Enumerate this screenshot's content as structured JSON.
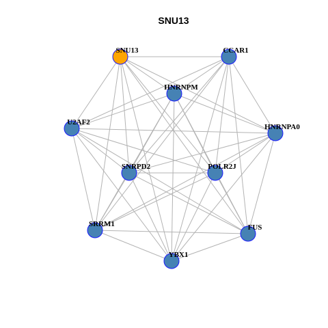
{
  "title": "SNU13",
  "colors": {
    "highlight_node": "#FFA500",
    "node": "#4682B4",
    "node_border": "#1a1aff",
    "edge": "#b3b3b3"
  },
  "nodes": [
    {
      "id": "SNU13",
      "label": "SNU13",
      "highlight": true
    },
    {
      "id": "CCAR1",
      "label": "CCAR1",
      "highlight": false
    },
    {
      "id": "HNRNPM",
      "label": "HNRNPM",
      "highlight": false
    },
    {
      "id": "U2AF2",
      "label": "U2AF2",
      "highlight": false
    },
    {
      "id": "HNRNPA0",
      "label": "HNRNPA0",
      "highlight": false
    },
    {
      "id": "SNRPD2",
      "label": "SNRPD2",
      "highlight": false
    },
    {
      "id": "POLR2J",
      "label": "POLR2J",
      "highlight": false
    },
    {
      "id": "SRRM1",
      "label": "SRRM1",
      "highlight": false
    },
    {
      "id": "FUS",
      "label": "FUS",
      "highlight": false
    },
    {
      "id": "YBX1",
      "label": "YBX1",
      "highlight": false
    }
  ],
  "edges": [
    [
      "SNU13",
      "CCAR1"
    ],
    [
      "SNU13",
      "HNRNPM"
    ],
    [
      "SNU13",
      "U2AF2"
    ],
    [
      "SNU13",
      "HNRNPA0"
    ],
    [
      "SNU13",
      "SNRPD2"
    ],
    [
      "SNU13",
      "POLR2J"
    ],
    [
      "SNU13",
      "SRRM1"
    ],
    [
      "SNU13",
      "FUS"
    ],
    [
      "SNU13",
      "YBX1"
    ],
    [
      "CCAR1",
      "HNRNPM"
    ],
    [
      "CCAR1",
      "U2AF2"
    ],
    [
      "CCAR1",
      "HNRNPA0"
    ],
    [
      "CCAR1",
      "SNRPD2"
    ],
    [
      "CCAR1",
      "POLR2J"
    ],
    [
      "CCAR1",
      "SRRM1"
    ],
    [
      "CCAR1",
      "FUS"
    ],
    [
      "CCAR1",
      "YBX1"
    ],
    [
      "HNRNPM",
      "U2AF2"
    ],
    [
      "HNRNPM",
      "HNRNPA0"
    ],
    [
      "HNRNPM",
      "SNRPD2"
    ],
    [
      "HNRNPM",
      "POLR2J"
    ],
    [
      "HNRNPM",
      "SRRM1"
    ],
    [
      "HNRNPM",
      "FUS"
    ],
    [
      "HNRNPM",
      "YBX1"
    ],
    [
      "U2AF2",
      "HNRNPA0"
    ],
    [
      "U2AF2",
      "SNRPD2"
    ],
    [
      "U2AF2",
      "POLR2J"
    ],
    [
      "U2AF2",
      "SRRM1"
    ],
    [
      "U2AF2",
      "FUS"
    ],
    [
      "U2AF2",
      "YBX1"
    ],
    [
      "HNRNPA0",
      "SNRPD2"
    ],
    [
      "HNRNPA0",
      "POLR2J"
    ],
    [
      "HNRNPA0",
      "SRRM1"
    ],
    [
      "HNRNPA0",
      "FUS"
    ],
    [
      "HNRNPA0",
      "YBX1"
    ],
    [
      "SNRPD2",
      "POLR2J"
    ],
    [
      "SNRPD2",
      "SRRM1"
    ],
    [
      "SNRPD2",
      "FUS"
    ],
    [
      "SNRPD2",
      "YBX1"
    ],
    [
      "POLR2J",
      "SRRM1"
    ],
    [
      "POLR2J",
      "FUS"
    ],
    [
      "POLR2J",
      "YBX1"
    ],
    [
      "SRRM1",
      "FUS"
    ],
    [
      "SRRM1",
      "YBX1"
    ],
    [
      "FUS",
      "YBX1"
    ]
  ]
}
